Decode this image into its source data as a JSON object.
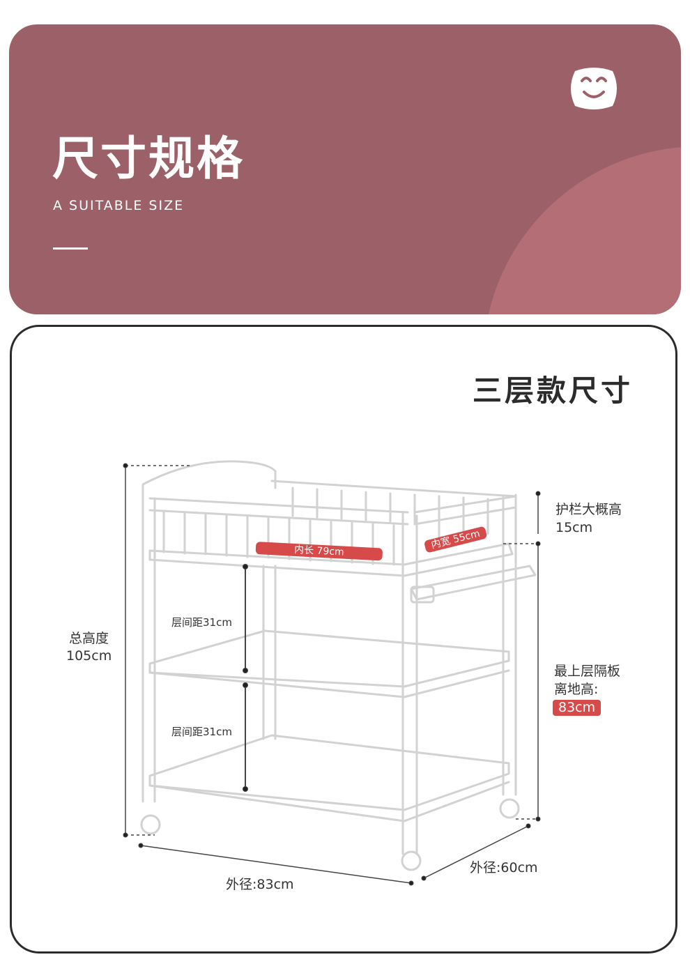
{
  "header": {
    "title": "尺寸规格",
    "subtitle": "A SUITABLE SIZE"
  },
  "section": {
    "title": "三层款尺寸"
  },
  "dimensions": {
    "inner_length": "内长 79cm",
    "inner_width": "内宽 55cm",
    "rail_height_label": "护栏大概高",
    "rail_height_value": "15cm",
    "total_height_label": "总高度",
    "total_height_value": "105cm",
    "shelf_gap_upper": "层间距31cm",
    "shelf_gap_lower": "层间距31cm",
    "top_shelf_label_1": "最上层隔板",
    "top_shelf_label_2": "离地高:",
    "top_shelf_value": "83cm",
    "outer_length": "外径:83cm",
    "outer_width": "外径:60cm"
  },
  "colors": {
    "banner": "#9b6068",
    "banner_circle": "#b36e76",
    "accent": "#d64a4a",
    "text": "#333333",
    "sketch": "#d2d2d2"
  },
  "icons": {
    "logo": "smiley-face-icon"
  }
}
